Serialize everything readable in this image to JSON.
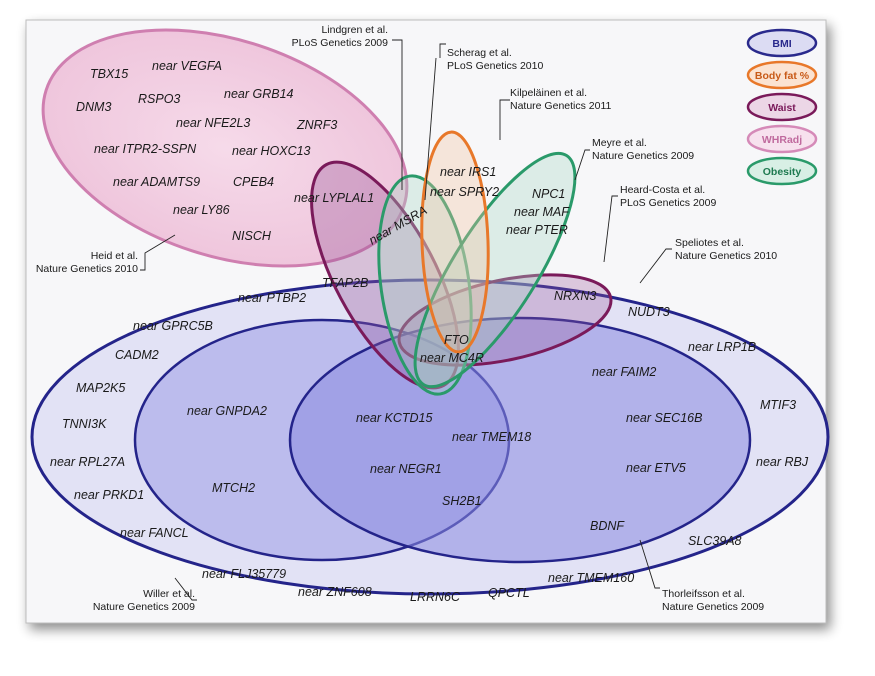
{
  "legend": [
    {
      "label": "BMI",
      "color": "#2a2a8c"
    },
    {
      "label": "Body fat %",
      "color": "#e8782a"
    },
    {
      "label": "Waist",
      "color": "#7a1a5a"
    },
    {
      "label": "WHRadj",
      "color": "#d58ab8"
    },
    {
      "label": "Obesity",
      "color": "#2a9a6a"
    }
  ],
  "citations": {
    "lindgren": {
      "l1": "Lindgren et al.",
      "l2": "PLoS Genetics 2009"
    },
    "scherag": {
      "l1": "Scherag et al.",
      "l2": "PLoS Genetics 2010"
    },
    "kilpelainen": {
      "l1": "Kilpeläinen et al.",
      "l2": "Nature Genetics 2011"
    },
    "meyre": {
      "l1": "Meyre et al.",
      "l2": "Nature Genetics 2009"
    },
    "heardcosta": {
      "l1": "Heard-Costa et al.",
      "l2": "PLoS Genetics 2009"
    },
    "speliotes": {
      "l1": "Speliotes et al.",
      "l2": "Nature Genetics 2010"
    },
    "heid": {
      "l1": "Heid et al.",
      "l2": "Nature Genetics 2010"
    },
    "willer": {
      "l1": "Willer et al.",
      "l2": "Nature Genetics 2009"
    },
    "thorleifsson": {
      "l1": "Thorleifsson et al.",
      "l2": "Nature Genetics 2009"
    }
  },
  "genes": {
    "tbx15": "TBX15",
    "vegfa": "near VEGFA",
    "dnm3": "DNM3",
    "rspo3": "RSPO3",
    "grb14": "near GRB14",
    "nfe2l3": "near NFE2L3",
    "znrf3": "ZNRF3",
    "itpr2": "near ITPR2-SSPN",
    "hoxc13": "near HOXC13",
    "adamts9": "near ADAMTS9",
    "cpeb4": "CPEB4",
    "ly86": "near LY86",
    "nisch": "NISCH",
    "lyplal1": "near LYPLAL1",
    "msra": "near MSRA",
    "irs1": "near IRS1",
    "spry2": "near SPRY2",
    "npc1": "NPC1",
    "maf": "near MAF",
    "pter": "near PTER",
    "tfap2b": "TFAP2B",
    "nrxn3": "NRXN3",
    "fto": "FTO",
    "mc4r": "near MC4R",
    "ptbp2": "near PTBP2",
    "gprc5b": "near GPRC5B",
    "cadm2": "CADM2",
    "map2k5": "MAP2K5",
    "tnni3k": "TNNI3K",
    "rpl27a": "near RPL27A",
    "prkd1": "near PRKD1",
    "fancl": "near FANCL",
    "flj35779": "near FLJ35779",
    "znf608": "near ZNF608",
    "lrrn6c": "LRRN6C",
    "qpctl": "QPCTL",
    "tmem160": "near TMEM160",
    "slc39a8": "SLC39A8",
    "rbj": "near RBJ",
    "mtif3": "MTIF3",
    "lrp1b": "near LRP1B",
    "nudt3": "NUDT3",
    "gnpda2": "near GNPDA2",
    "mtch2": "MTCH2",
    "kctd15": "near KCTD15",
    "tmem18": "near TMEM18",
    "negr1": "near NEGR1",
    "sh2b1": "SH2B1",
    "faim2": "near FAIM2",
    "sec16b": "near SEC16B",
    "etv5": "near ETV5",
    "bdnf": "BDNF"
  }
}
